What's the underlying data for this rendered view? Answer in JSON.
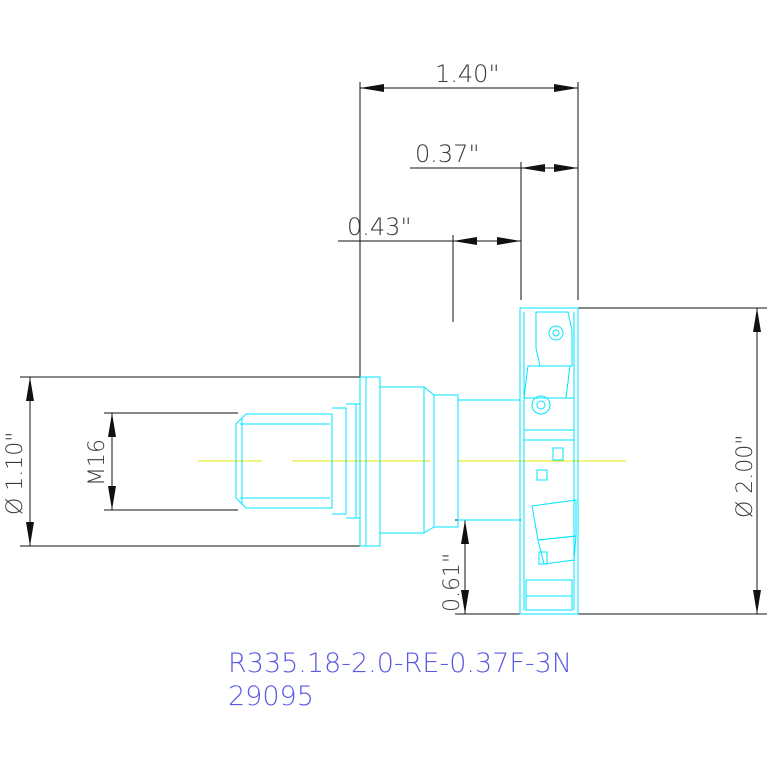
{
  "dimensions": {
    "overall_length": "1.40\"",
    "head_width": "0.37\"",
    "neck_length": "0.43\"",
    "thread": "M16",
    "shank_diameter": "Ø 1.10\"",
    "cutter_diameter": "Ø 2.00\"",
    "insert_height": "0.61\""
  },
  "part": {
    "code": "R335.18-2.0-RE-0.37F-3N",
    "number": "29095"
  },
  "colors": {
    "geometry": "#00e5ff",
    "dimension_lines": "#111111",
    "centerline": "#e6e600",
    "part_text": "#5a5ae0"
  }
}
